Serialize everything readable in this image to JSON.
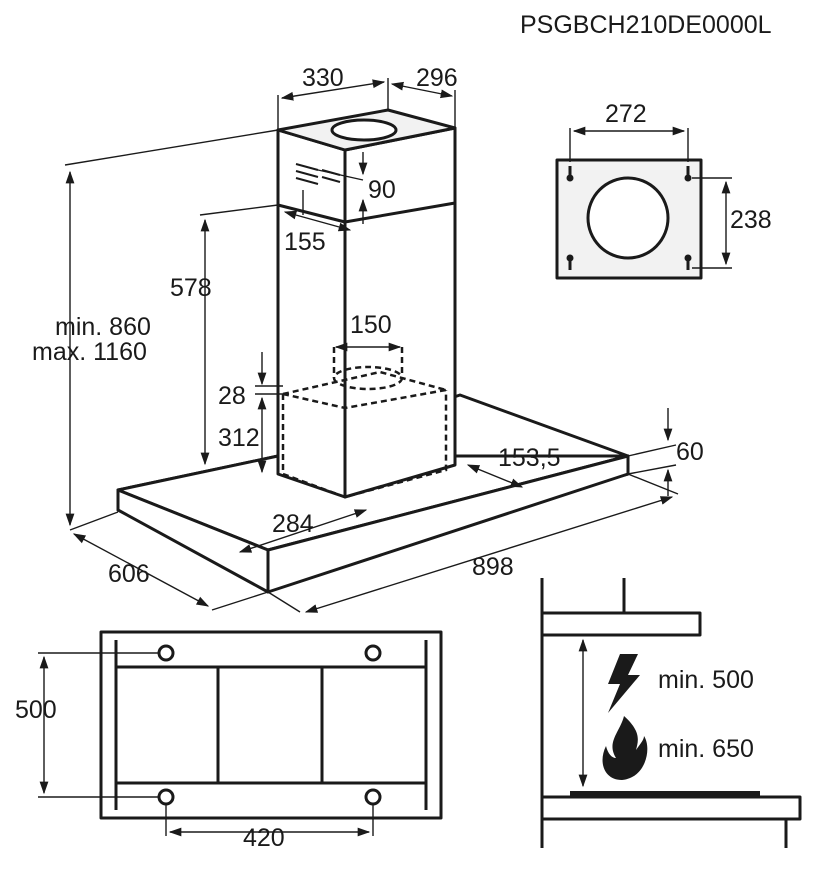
{
  "model_code": "PSGBCH210DE0000L",
  "dimensions": {
    "top_width": "330",
    "top_depth": "296",
    "duct_gap": "90",
    "duct_offset": "155",
    "chimney_height": "578",
    "total_height_min": "min. 860",
    "total_height_max": "max. 1160",
    "outlet_diameter": "150",
    "outlet_gap": "28",
    "inner_box_height": "312",
    "canopy_offset": "153,5",
    "canopy_height": "60",
    "inner_depth": "284",
    "canopy_depth": "606",
    "canopy_width": "898"
  },
  "bracket": {
    "hole_spacing_x": "272",
    "hole_spacing_y": "238"
  },
  "bottom_view": {
    "hole_spacing_y": "500",
    "hole_spacing_x": "420"
  },
  "clearance": {
    "electric_label": "min. 500",
    "gas_label": "min. 650",
    "electric_icon": "lightning-icon",
    "gas_icon": "flame-icon"
  }
}
